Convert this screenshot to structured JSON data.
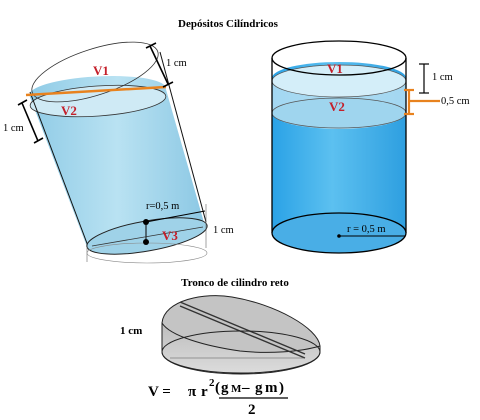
{
  "titles": {
    "top": "Depósitos Cilíndricos",
    "bottom": "Tronco de cilindro reto"
  },
  "left_cylinder": {
    "v1": "V1",
    "v2": "V2",
    "v3": "V3",
    "dim_top": "1 cm",
    "dim_side": "1 cm",
    "dim_bottom": "1 cm",
    "radius": "r=0,5 m"
  },
  "right_cylinder": {
    "v1": "V1",
    "v2": "V2",
    "dim_top": "1 cm",
    "dim_band": "0,5 cm",
    "radius": "r = 0,5 m"
  },
  "truncated": {
    "height": "1 cm"
  },
  "formula": {
    "lhs": "V = ",
    "pi": "π",
    "r2": "r",
    "exp": "2",
    "num_open": "(",
    "g_big": "g",
    "m_big": "M",
    "minus": "–",
    "g_small": "g",
    "m_small": "m",
    "num_close": ")",
    "den": "2"
  },
  "colors": {
    "water": "#a8d8ea",
    "water_dark": "#5bb6e0",
    "orange": "#e8821e",
    "label_red": "#c41f2a",
    "gray_top": "#c9c9c9",
    "gray_side": "#e4e4e4"
  }
}
